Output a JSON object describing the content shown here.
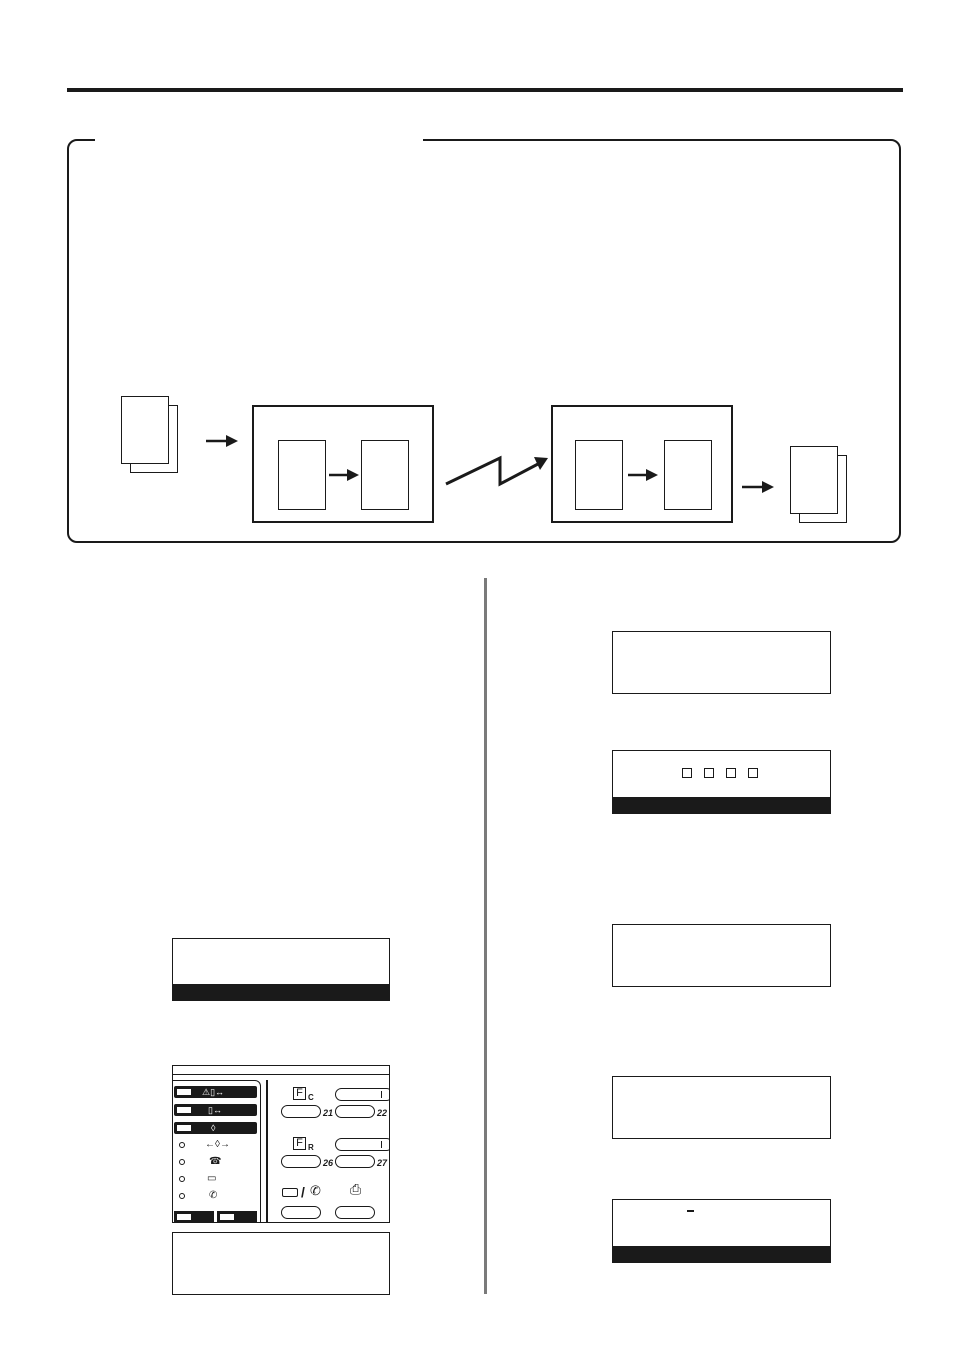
{
  "panel": {
    "fc_letter": "F",
    "fc_sub": "C",
    "fr_letter": "F",
    "fr_sub": "R",
    "key_21": "21",
    "key_22": "22",
    "key_26": "26",
    "key_27": "27",
    "separator": "/"
  },
  "icons": {
    "arrow": "arrow-right-icon",
    "transmission": "zigzag-line-icon",
    "warning": "warning-triangle-icon",
    "memory": "memory-transmission-icon",
    "reception": "reception-arrow-icon",
    "network": "network-icon",
    "phone": "phone-handset-icon",
    "tape": "answering-machine-icon"
  }
}
